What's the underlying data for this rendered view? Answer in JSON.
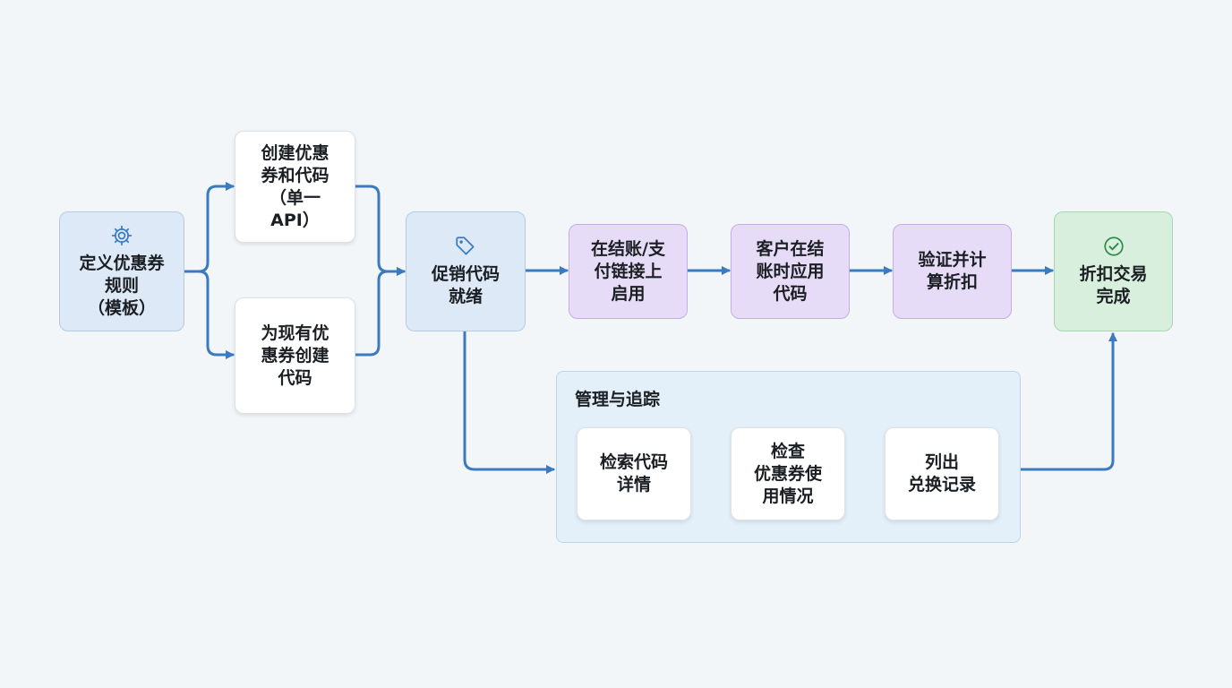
{
  "colors": {
    "edge": "#3a7bbf",
    "node_blue": "#dde9f7",
    "node_purple": "#e7dcf7",
    "node_green": "#d9efdd",
    "panel": "#e3f0f9"
  },
  "nodes": {
    "define_rules": {
      "label": "定义优惠券\n规则\n（模板）",
      "icon": "gear-icon"
    },
    "create_coupon_code": {
      "label": "创建优惠\n券和代码\n（单一\nAPI）"
    },
    "create_code_existing": {
      "label": "为现有优\n惠券创建\n代码"
    },
    "promo_ready": {
      "label": "促销代码\n就绪",
      "icon": "tag-icon"
    },
    "enable_checkout": {
      "label": "在结账/支\n付链接上\n启用"
    },
    "customer_apply": {
      "label": "客户在结\n账时应用\n代码"
    },
    "validate_discount": {
      "label": "验证并计\n算折扣"
    },
    "transaction_done": {
      "label": "折扣交易\n完成",
      "icon": "check-circle-icon"
    },
    "retrieve_details": {
      "label": "检索代码\n详情"
    },
    "check_usage": {
      "label": "检查\n优惠券使\n用情况"
    },
    "list_redemptions": {
      "label": "列出\n兑换记录"
    }
  },
  "group": {
    "title": "管理与追踪"
  }
}
